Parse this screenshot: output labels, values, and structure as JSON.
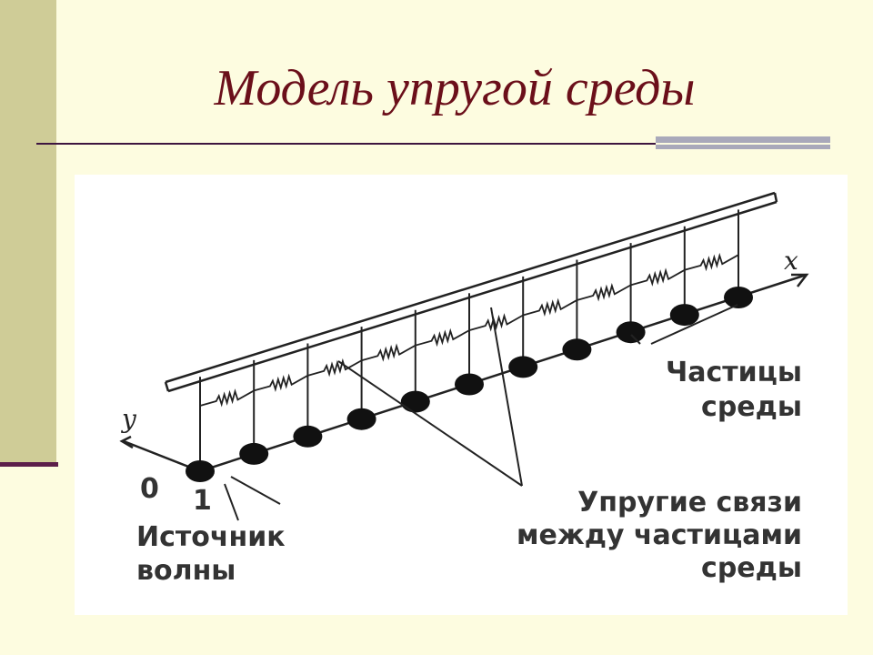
{
  "slide": {
    "title": "Модель упругой среды"
  },
  "diagram": {
    "axis_x_label": "x",
    "axis_y_label": "y",
    "origin_label": "0",
    "first_particle_label": "1",
    "source_label": [
      "Источник",
      "волны"
    ],
    "particles_label": [
      "Частицы",
      "среды"
    ],
    "springs_label": [
      "Упругие связи",
      "между частицами",
      "среды"
    ]
  }
}
